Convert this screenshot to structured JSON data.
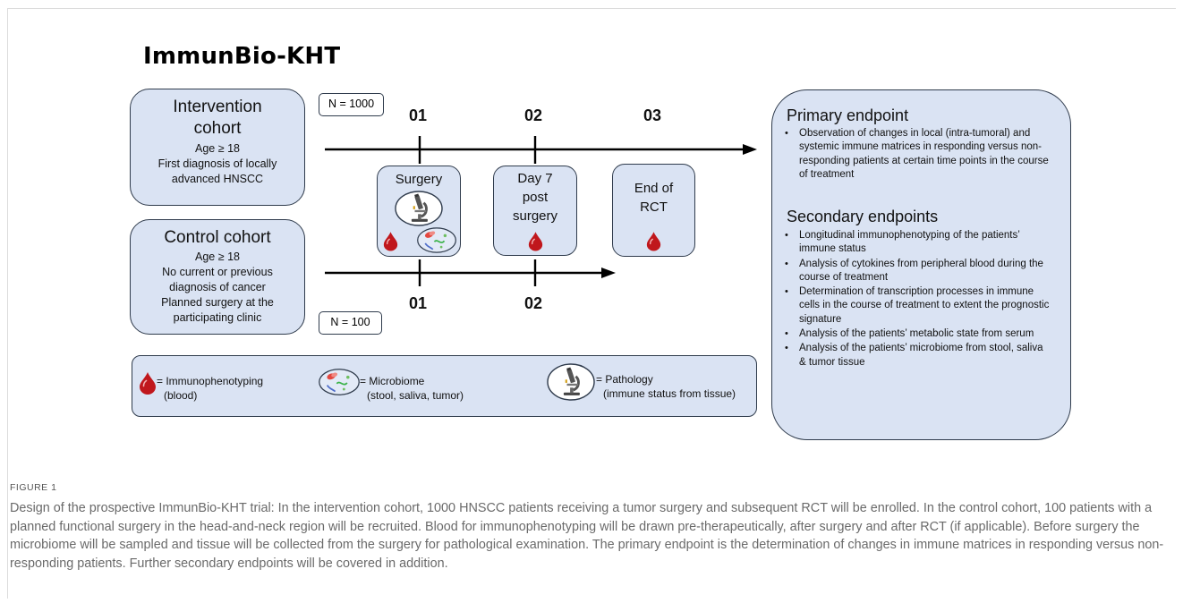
{
  "title": "ImmunBio-KHT",
  "intervention": {
    "head_lines": [
      "Intervention",
      "cohort"
    ],
    "lines": [
      "Age ≥ 18",
      "First diagnosis of locally",
      "advanced HNSCC"
    ],
    "n": "N = 1000"
  },
  "control": {
    "head": "Control cohort",
    "lines": [
      "Age ≥ 18",
      "No current or previous",
      "diagnosis of cancer",
      "Planned surgery at the",
      "participating clinic"
    ],
    "n": "N = 100"
  },
  "timepoints_top": [
    "01",
    "02",
    "03"
  ],
  "timepoints_bottom": [
    "01",
    "02"
  ],
  "steps": {
    "surgery": "Surgery",
    "day7": [
      "Day 7",
      "post",
      "surgery"
    ],
    "end": [
      "End of",
      "RCT"
    ]
  },
  "legend": {
    "immuno": [
      "= Immunophenotyping",
      "(blood)"
    ],
    "microbiome": [
      "= Microbiome",
      "(stool, saliva, tumor)"
    ],
    "pathology": [
      "= Pathology",
      "(immune status from tissue)"
    ]
  },
  "endpoints": {
    "primary_title": "Primary endpoint",
    "primary_items": [
      "Observation of changes in local (intra-tumoral) and systemic immune matrices in responding versus non-responding patients at certain time points in the course of treatment"
    ],
    "secondary_title": "Secondary endpoints",
    "secondary_items": [
      "Longitudinal immunophenotyping of the patients’ immune status",
      "Analysis of cytokines from peripheral blood during the course of treatment",
      "Determination of transcription processes in immune cells in the course of treatment to extent the prognostic signature",
      "Analysis of the patients’ metabolic state from serum",
      "Analysis of the  patients’ microbiome from stool, saliva & tumor tissue"
    ]
  },
  "figure_label": "FIGURE 1",
  "caption": "Design of the prospective ImmunBio-KHT trial: In the intervention cohort, 1000 HNSCC patients receiving a tumor surgery and subsequent RCT will be enrolled. In the control cohort, 100 patients with a planned functional surgery in the head-and-neck region will be recruited. Blood for immunophenotyping will be drawn pre-therapeutically, after surgery and after RCT (if applicable). Before surgery the microbiome will be sampled and tissue will be collected from the surgery for pathological examination. The primary endpoint is the determination of changes in immune matrices in responding versus non-responding patients. Further secondary endpoints will be covered in addition.",
  "colors": {
    "box_fill": "#dae3f3",
    "border": "#2f3b4c",
    "blood": "#c0171c",
    "caption": "#6a6a6a"
  },
  "icons": [
    "blood-drop-icon",
    "microscope-icon",
    "microbiome-icon"
  ]
}
